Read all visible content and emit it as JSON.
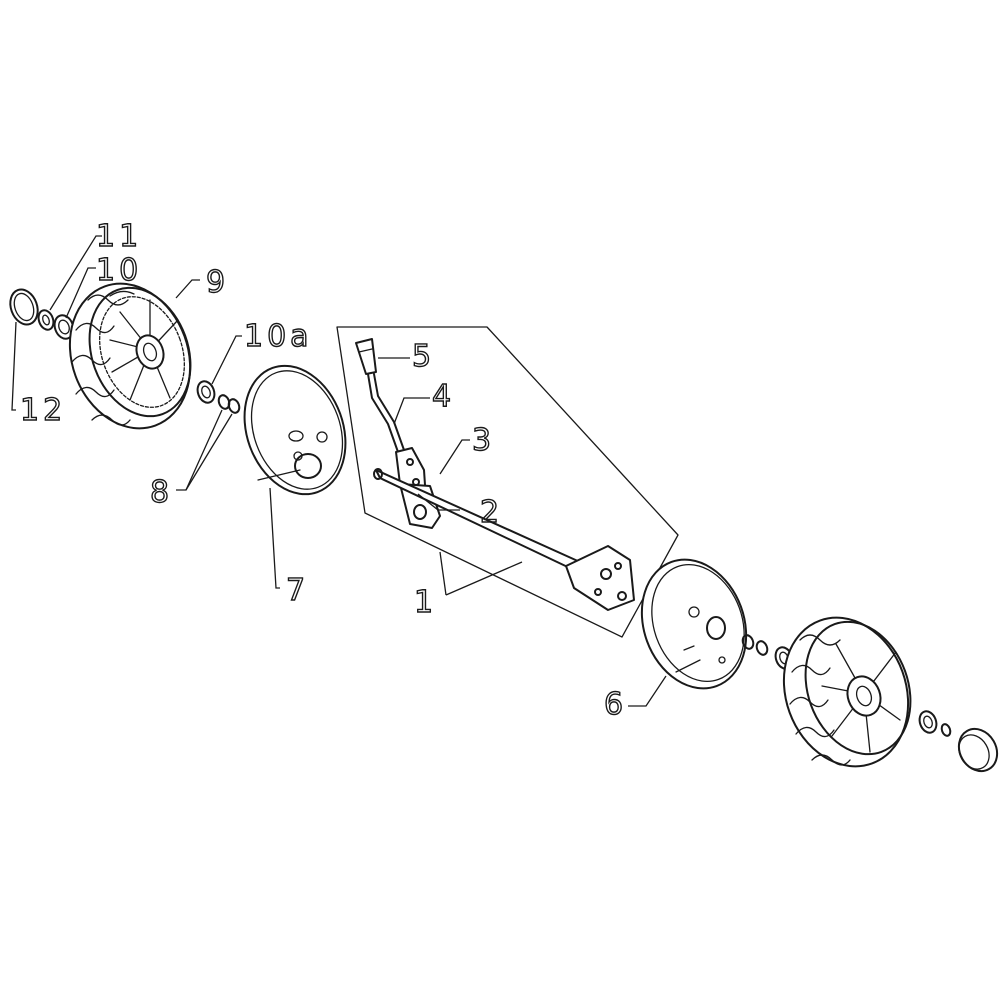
{
  "callouts": {
    "c1": "1",
    "c2": "2",
    "c3": "3",
    "c4": "4",
    "c5": "5",
    "c6": "6",
    "c7": "7",
    "c8": "8",
    "c9": "9",
    "c10": "10",
    "c10a": "10a",
    "c11": "11",
    "c12": "12"
  }
}
